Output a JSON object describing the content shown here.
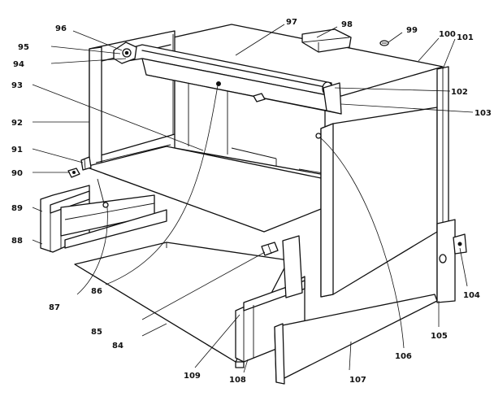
{
  "labels": [
    {
      "id": "84",
      "text": "84"
    },
    {
      "id": "85",
      "text": "85"
    },
    {
      "id": "86",
      "text": "86"
    },
    {
      "id": "87",
      "text": "87"
    },
    {
      "id": "88",
      "text": "88"
    },
    {
      "id": "89",
      "text": "89"
    },
    {
      "id": "90",
      "text": "90"
    },
    {
      "id": "91",
      "text": "91"
    },
    {
      "id": "92",
      "text": "92"
    },
    {
      "id": "93",
      "text": "93"
    },
    {
      "id": "94",
      "text": "94"
    },
    {
      "id": "95",
      "text": "95"
    },
    {
      "id": "96",
      "text": "96"
    },
    {
      "id": "97",
      "text": "97"
    },
    {
      "id": "98",
      "text": "98"
    },
    {
      "id": "99",
      "text": "99"
    },
    {
      "id": "100",
      "text": "100"
    },
    {
      "id": "101",
      "text": "101"
    },
    {
      "id": "102",
      "text": "102"
    },
    {
      "id": "103",
      "text": "103"
    },
    {
      "id": "104",
      "text": "104"
    },
    {
      "id": "105",
      "text": "105"
    },
    {
      "id": "106",
      "text": "106"
    },
    {
      "id": "107",
      "text": "107"
    },
    {
      "id": "108",
      "text": "108"
    },
    {
      "id": "109",
      "text": "109"
    }
  ]
}
